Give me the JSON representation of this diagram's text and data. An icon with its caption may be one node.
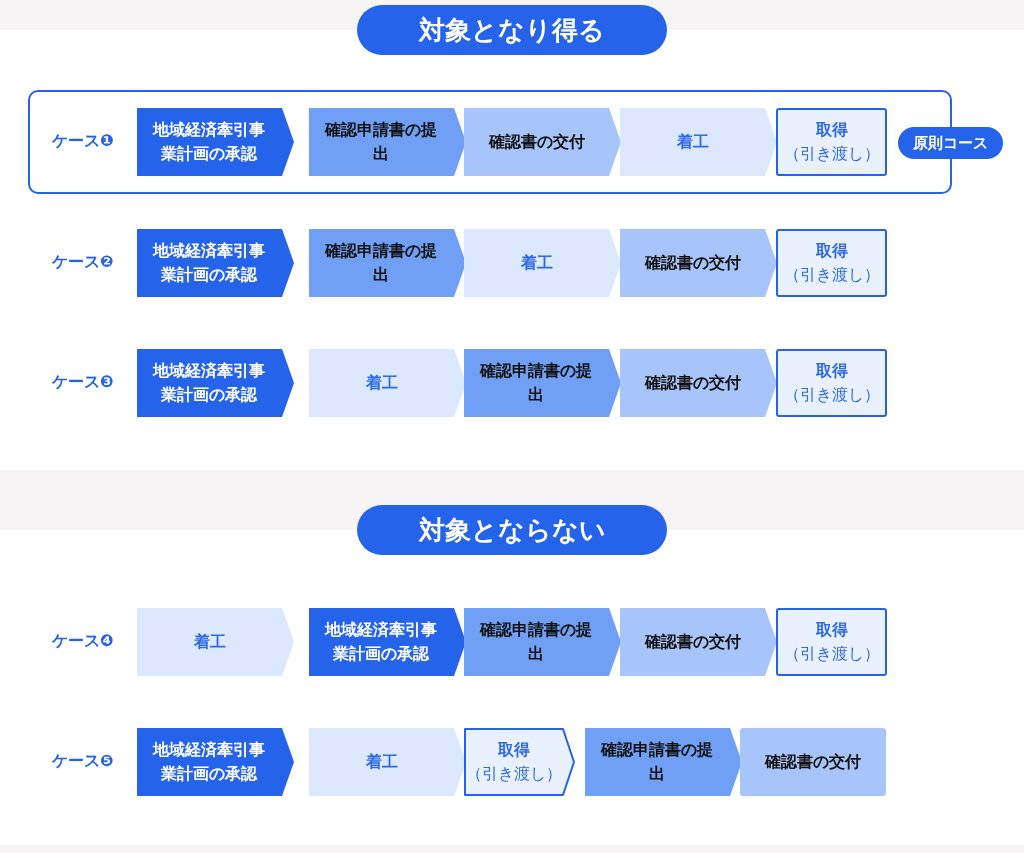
{
  "diagram": {
    "nodes": [
      {
        "text": [
          "対象となり得る"
        ]
      },
      {
        "text": [],
        "shape": "box"
      },
      {
        "text": [
          "地域経済牽引事業計画の承認"
        ],
        "in": 1
      },
      {
        "text": [
          "確認申請書の提出"
        ],
        "in": 1
      },
      {
        "text": [
          "確認書の交付"
        ],
        "in": 1
      },
      {
        "text": [
          "着工"
        ],
        "in": 1
      },
      {
        "text": [
          "取得",
          "（引き渡し）"
        ],
        "in": 1
      },
      {
        "text": [
          "原則コース"
        ]
      },
      {
        "text": [
          "地域経済牽引事業計画の承認"
        ]
      },
      {
        "text": [
          "確認申請書の提出"
        ]
      },
      {
        "text": [
          "着工"
        ]
      },
      {
        "text": [
          "確認書の交付"
        ]
      },
      {
        "text": [
          "取得",
          "（引き渡し）"
        ]
      },
      {
        "text": [
          "地域経済牽引事業計画の承認"
        ]
      },
      {
        "text": [
          "着工"
        ]
      },
      {
        "text": [
          "確認申請書の提出"
        ]
      },
      {
        "text": [
          "確認書の交付"
        ]
      },
      {
        "text": [
          "取得",
          "（引き渡し）"
        ]
      },
      {
        "text": [
          "対象とならない"
        ]
      },
      {
        "text": [
          "着工"
        ]
      },
      {
        "text": [
          "地域経済牽引事業計画の承認"
        ]
      },
      {
        "text": [
          "確認申請書の提出"
        ]
      },
      {
        "text": [
          "確認書の交付"
        ]
      },
      {
        "text": [
          "取得",
          "（引き渡し）"
        ]
      },
      {
        "text": [
          "地域経済牽引事業計画の承認"
        ]
      },
      {
        "text": [
          "着工"
        ]
      },
      {
        "text": [
          "取得",
          "（引き渡し）"
        ]
      },
      {
        "text": [
          "確認申請書の提出"
        ]
      },
      {
        "text": [
          "確認書の交付"
        ]
      }
    ],
    "labels": [
      "ケース❶",
      "ケース❷",
      "ケース❸",
      "ケース❹",
      "ケース❺"
    ]
  }
}
